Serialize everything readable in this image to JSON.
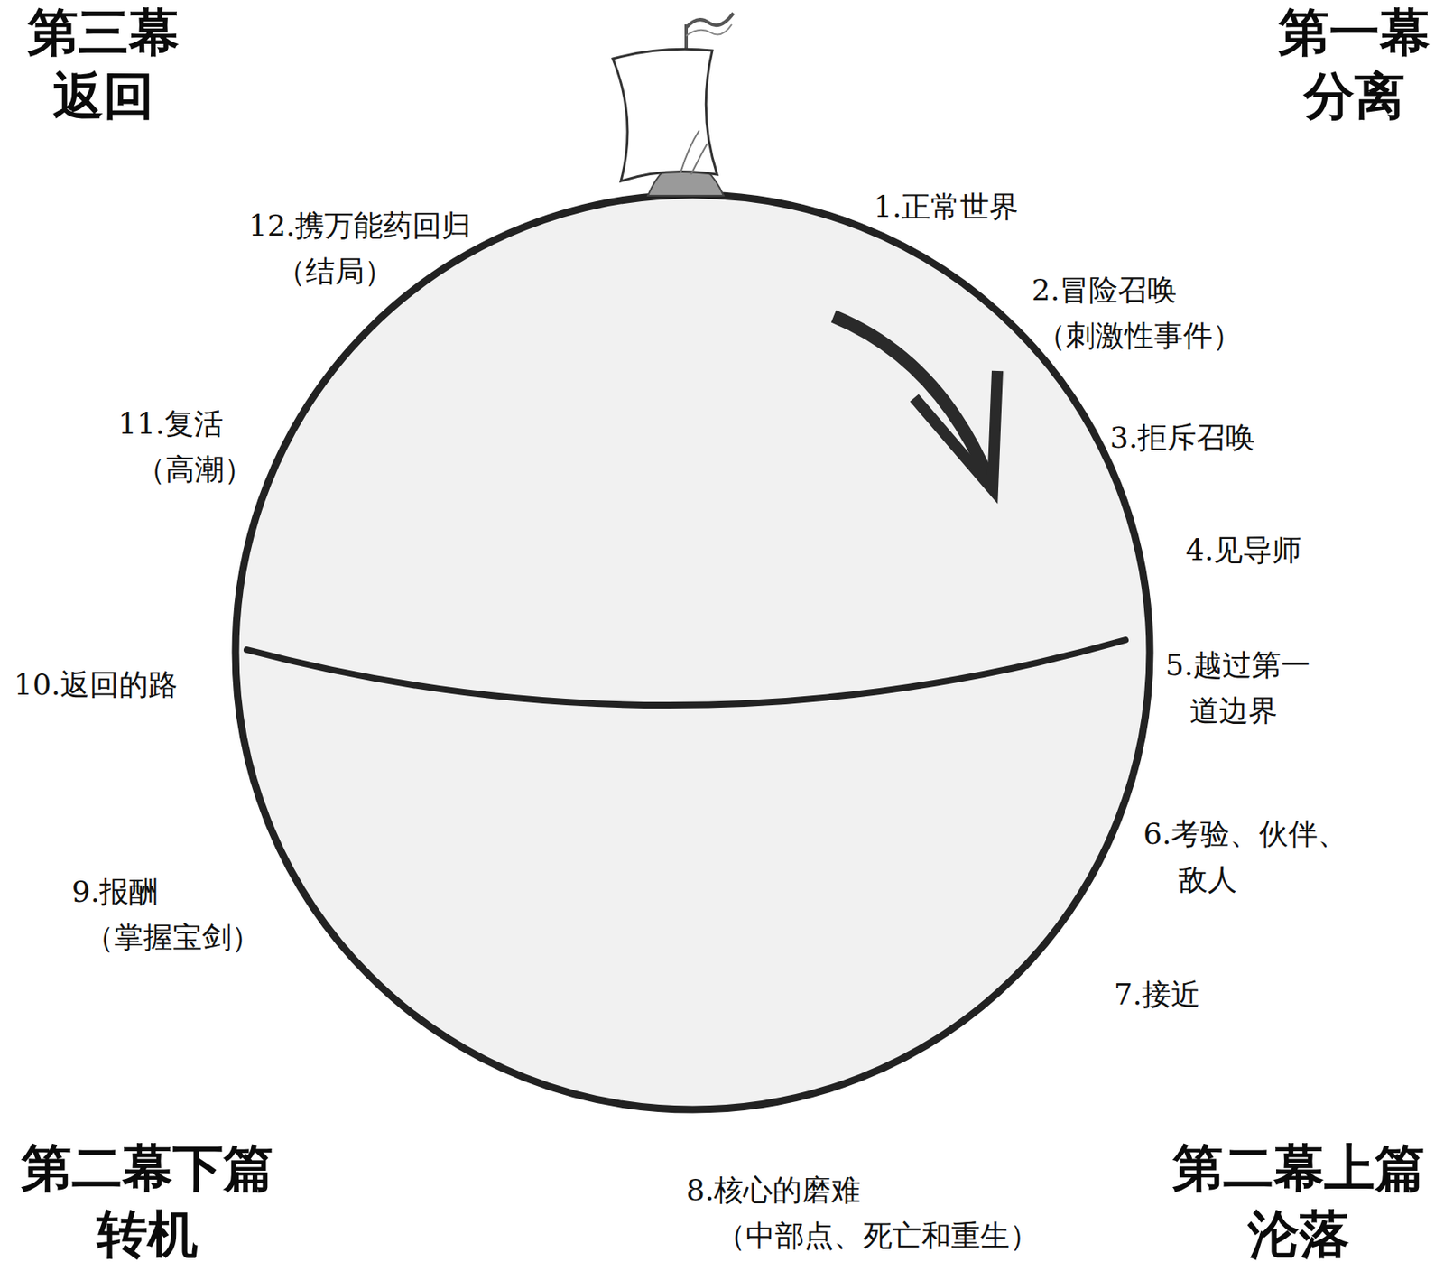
{
  "diagram": {
    "labels": [
      "第三幕",
      "返回",
      "第一幕",
      "分离",
      "1.正常世界",
      "2.冒险召唤 （刺激性事件）",
      "3.拒斥召唤",
      "4.见导师",
      "5.越过第一 道边界",
      "6.考验、伙伴、 敌人",
      "7.接近",
      "8.核心的磨难 （中部点、死亡和重生）",
      "9.报酬 （掌握宝剑）",
      "10.返回的路",
      "11.复活 （高潮）",
      "12.携万能药回归 （结局）",
      "第二幕下篇",
      "转机",
      "第二幕上篇",
      "沦落"
    ]
  }
}
